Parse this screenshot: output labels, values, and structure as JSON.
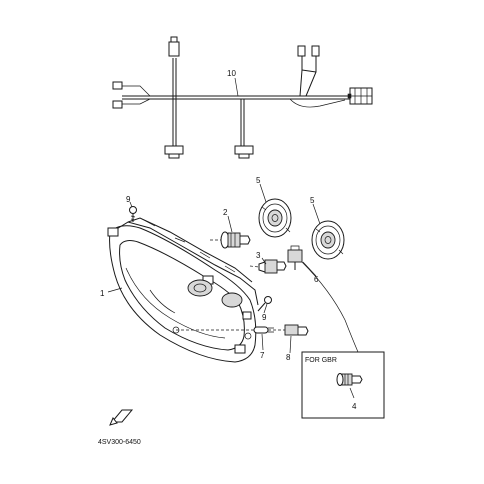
{
  "diagram": {
    "callouts": [
      {
        "id": "callout-1",
        "text": "1"
      },
      {
        "id": "callout-2",
        "text": "2"
      },
      {
        "id": "callout-3",
        "text": "3"
      },
      {
        "id": "callout-4",
        "text": "4"
      },
      {
        "id": "callout-5a",
        "text": "5"
      },
      {
        "id": "callout-5b",
        "text": "5"
      },
      {
        "id": "callout-6",
        "text": "6"
      },
      {
        "id": "callout-7",
        "text": "7"
      },
      {
        "id": "callout-8",
        "text": "8"
      },
      {
        "id": "callout-9a",
        "text": "9"
      },
      {
        "id": "callout-9b",
        "text": "9"
      },
      {
        "id": "callout-10",
        "text": "10"
      }
    ],
    "inset_label": "FOR GBR",
    "drawing_code": "4SV300-6450"
  }
}
